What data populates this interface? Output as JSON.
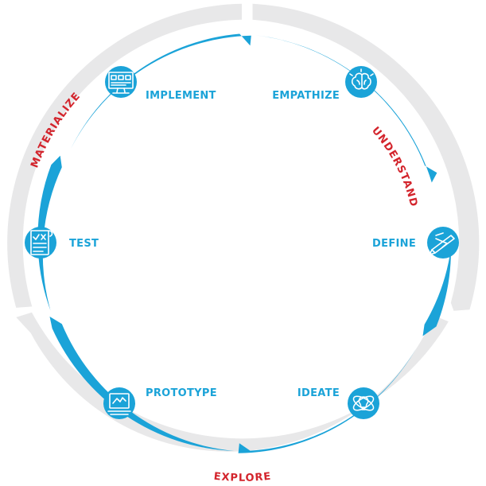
{
  "colors": {
    "cycle_blue": "#1ba3d8",
    "phase_grey": "#e8e8e9",
    "phase_red": "#d3242c",
    "node_fill": "#ffffff"
  },
  "phases": [
    {
      "id": "understand",
      "label": "UNDERSTAND"
    },
    {
      "id": "explore",
      "label": "EXPLORE"
    },
    {
      "id": "materialize",
      "label": "MATERIALIZE"
    }
  ],
  "steps": [
    {
      "id": "empathize",
      "label": "EMPATHIZE",
      "icon": "brain-icon"
    },
    {
      "id": "define",
      "label": "DEFINE",
      "icon": "pencil-arrow-icon"
    },
    {
      "id": "ideate",
      "label": "IDEATE",
      "icon": "lightbulb-orbit-icon"
    },
    {
      "id": "prototype",
      "label": "PROTOTYPE",
      "icon": "blueprint-icon"
    },
    {
      "id": "test",
      "label": "TEST",
      "icon": "checklist-icon"
    },
    {
      "id": "implement",
      "label": "IMPLEMENT",
      "icon": "monitor-icon"
    }
  ]
}
